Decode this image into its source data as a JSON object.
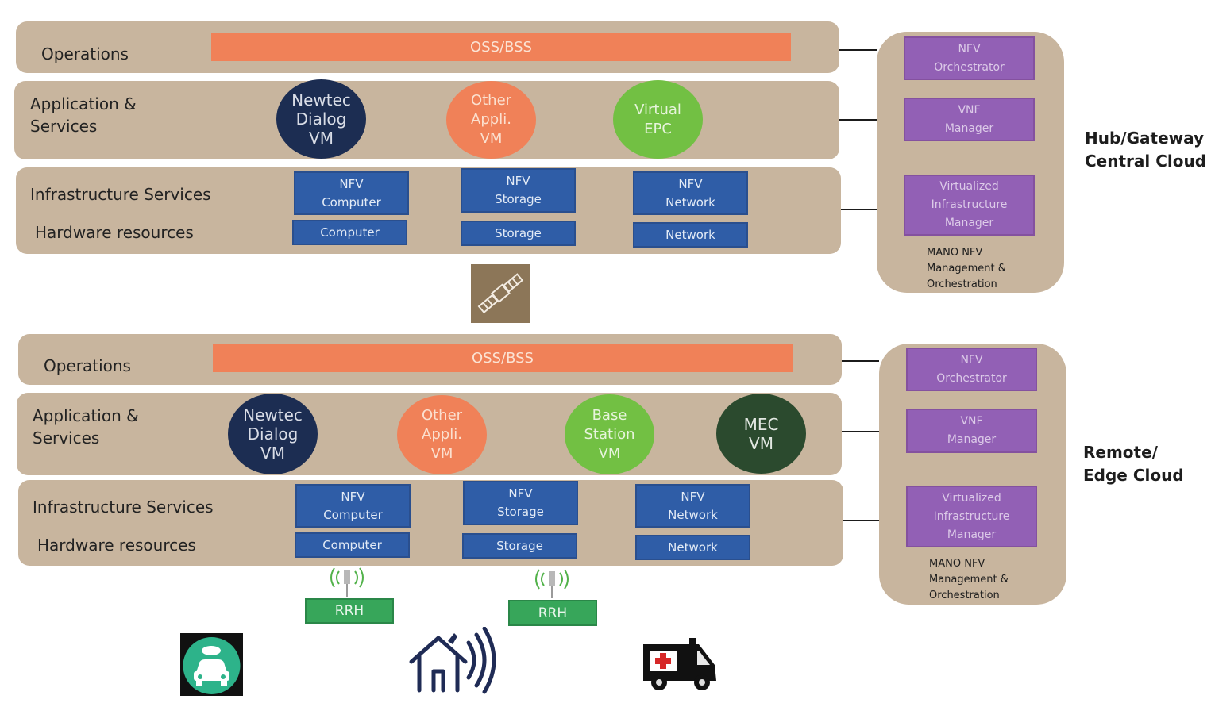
{
  "hub": {
    "operations_label": "Operations",
    "oss_label": "OSS/BSS",
    "app_label": "Application &\nServices",
    "vms": [
      "Newtec\nDialog\nVM",
      "Other\nAppli.\nVM",
      "Virtual\nEPC"
    ],
    "infra_label": "Infrastructure Services",
    "hw_label": "Hardware resources",
    "nfv_boxes": [
      "NFV\nComputer",
      "NFV\nStorage",
      "NFV\nNetwork"
    ],
    "hw_boxes": [
      "Computer",
      "Storage",
      "Network"
    ],
    "mano": {
      "orchestrator": "NFV\nOrchestrator",
      "vnf_manager": "VNF\nManager",
      "vim": "Virtualized\nInfrastructure\nManager",
      "caption": "MANO NFV\nManagement &\nOrchestration"
    },
    "cloud_label": "Hub/Gateway\nCentral Cloud"
  },
  "edge": {
    "operations_label": "Operations",
    "oss_label": "OSS/BSS",
    "app_label": "Application &\nServices",
    "vms": [
      "Newtec\nDialog\nVM",
      "Other\nAppli.\nVM",
      "Base\nStation\nVM",
      "MEC\nVM"
    ],
    "infra_label": "Infrastructure Services",
    "hw_label": "Hardware resources",
    "nfv_boxes": [
      "NFV\nComputer",
      "NFV\nStorage",
      "NFV\nNetwork"
    ],
    "hw_boxes": [
      "Computer",
      "Storage",
      "Network"
    ],
    "mano": {
      "orchestrator": "NFV\nOrchestrator",
      "vnf_manager": "VNF\nManager",
      "vim": "Virtualized\nInfrastructure\nManager",
      "caption": "MANO NFV\nManagement &\nOrchestration"
    },
    "cloud_label": "Remote/\nEdge Cloud"
  },
  "rrh_labels": [
    "RRH",
    "RRH"
  ],
  "icons": [
    "satellite-icon",
    "antenna-icon",
    "connected-car-icon",
    "smart-home-icon",
    "ambulance-icon"
  ],
  "colors": {
    "band": "#c8b59e",
    "oss": "#f08158",
    "nfv_blue": "#2f5da7",
    "mano_purple": "#9260b5",
    "vm_navy": "#1c2d52",
    "vm_orange": "#f08158",
    "vm_green": "#72c043",
    "vm_darkgreen": "#2b4a2e",
    "rrh_green": "#37a65a"
  }
}
